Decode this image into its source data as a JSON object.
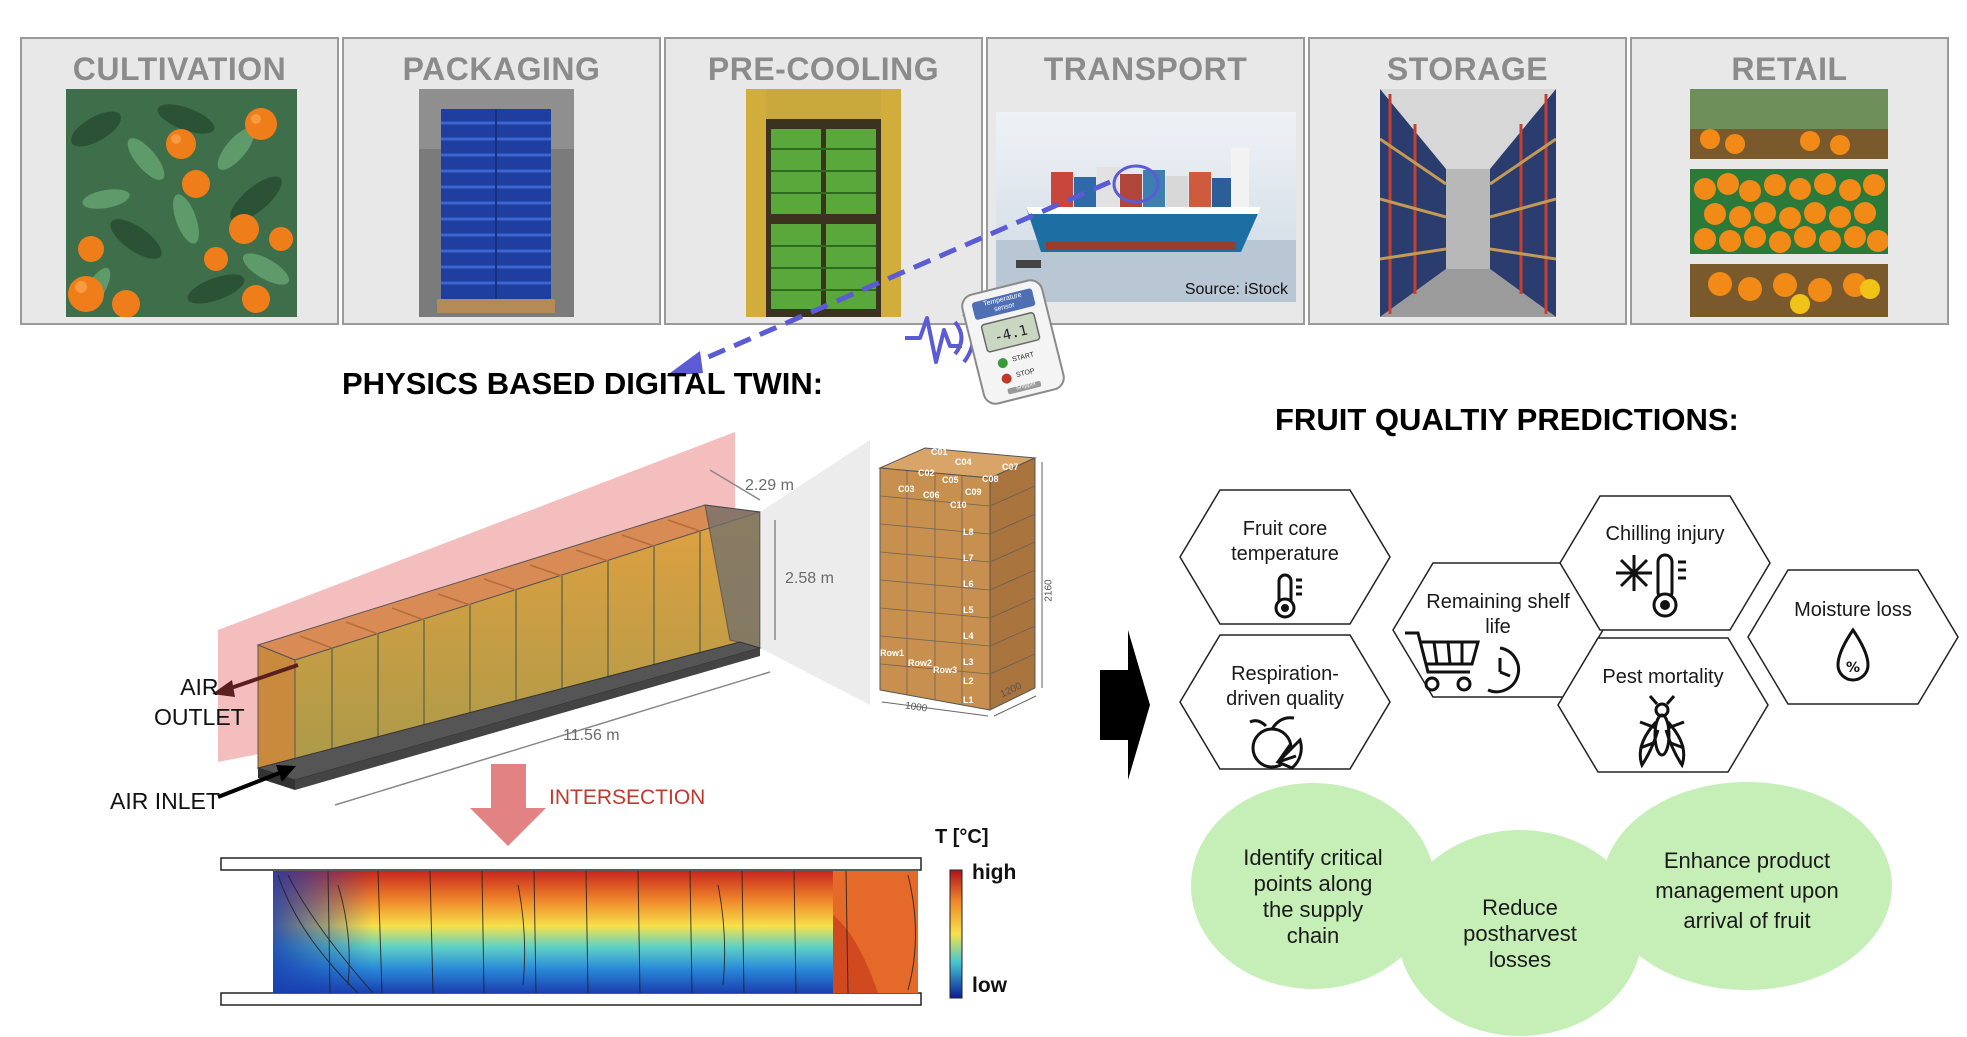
{
  "stages": [
    {
      "title": "CULTIVATION"
    },
    {
      "title": "PACKAGING"
    },
    {
      "title": "PRE-COOLING"
    },
    {
      "title": "TRANSPORT",
      "source": "Source: iStock"
    },
    {
      "title": "STORAGE"
    },
    {
      "title": "RETAIL"
    }
  ],
  "sensor": {
    "label": "Temperature sensor",
    "start": "START",
    "stop": "STOP",
    "brand": "Shipper"
  },
  "digital_twin": {
    "heading": "PHYSICS BASED DIGITAL TWIN:",
    "air_outlet": [
      "AIR",
      "OUTLET"
    ],
    "air_inlet": "AIR INLET",
    "dim_width": "2.29 m",
    "dim_height": "2.58 m",
    "dim_length": "11.56 m",
    "intersection": "INTERSECTION",
    "legend_title": "T [°C]",
    "legend_high": "high",
    "legend_low": "low",
    "pallet": {
      "cartons": [
        "C01",
        "C02",
        "C03",
        "C04",
        "C05",
        "C06",
        "C07",
        "C08",
        "C09",
        "C10"
      ],
      "layers": [
        "L8",
        "L7",
        "L6",
        "L5",
        "L4",
        "L3",
        "L2",
        "L1"
      ],
      "rows": [
        "Row1",
        "Row2",
        "Row3"
      ],
      "dim_height": "2160",
      "dim_width": "1000",
      "dim_depth": "1200"
    }
  },
  "predictions": {
    "heading": "FRUIT QUALTIY PREDICTIONS:",
    "hexagons": [
      {
        "id": "core-temp",
        "lines": [
          "Fruit core",
          "temperature"
        ],
        "icon": "thermometer-icon"
      },
      {
        "id": "shelf-life",
        "lines": [
          "Remaining shelf",
          "life"
        ],
        "icon": "cart-clock-icon"
      },
      {
        "id": "chilling",
        "lines": [
          "Chilling injury"
        ],
        "icon": "snowflake-thermometer-icon"
      },
      {
        "id": "moisture",
        "lines": [
          "Moisture loss"
        ],
        "icon": "water-drop-percent-icon"
      },
      {
        "id": "respiration",
        "lines": [
          "Respiration-",
          "driven quality"
        ],
        "icon": "citrus-icon"
      },
      {
        "id": "pest",
        "lines": [
          "Pest mortality"
        ],
        "icon": "fly-icon"
      }
    ],
    "outcomes": [
      {
        "lines": [
          "Identify critical",
          "points along",
          "the supply",
          "chain"
        ]
      },
      {
        "lines": [
          "Reduce",
          "postharvest",
          "losses"
        ]
      },
      {
        "lines": [
          "Enhance product",
          "management upon",
          "arrival of fruit"
        ]
      }
    ]
  },
  "colors": {
    "stage_bg": "#e8e8e8",
    "stage_border": "#9a9a9a",
    "stage_title": "#8b8b8b",
    "arrow_dashed": "#5b5bd6",
    "outcome_fill": "#c6efb8",
    "red_plane": "#f2b3b3",
    "intersection": "#c0392b"
  }
}
